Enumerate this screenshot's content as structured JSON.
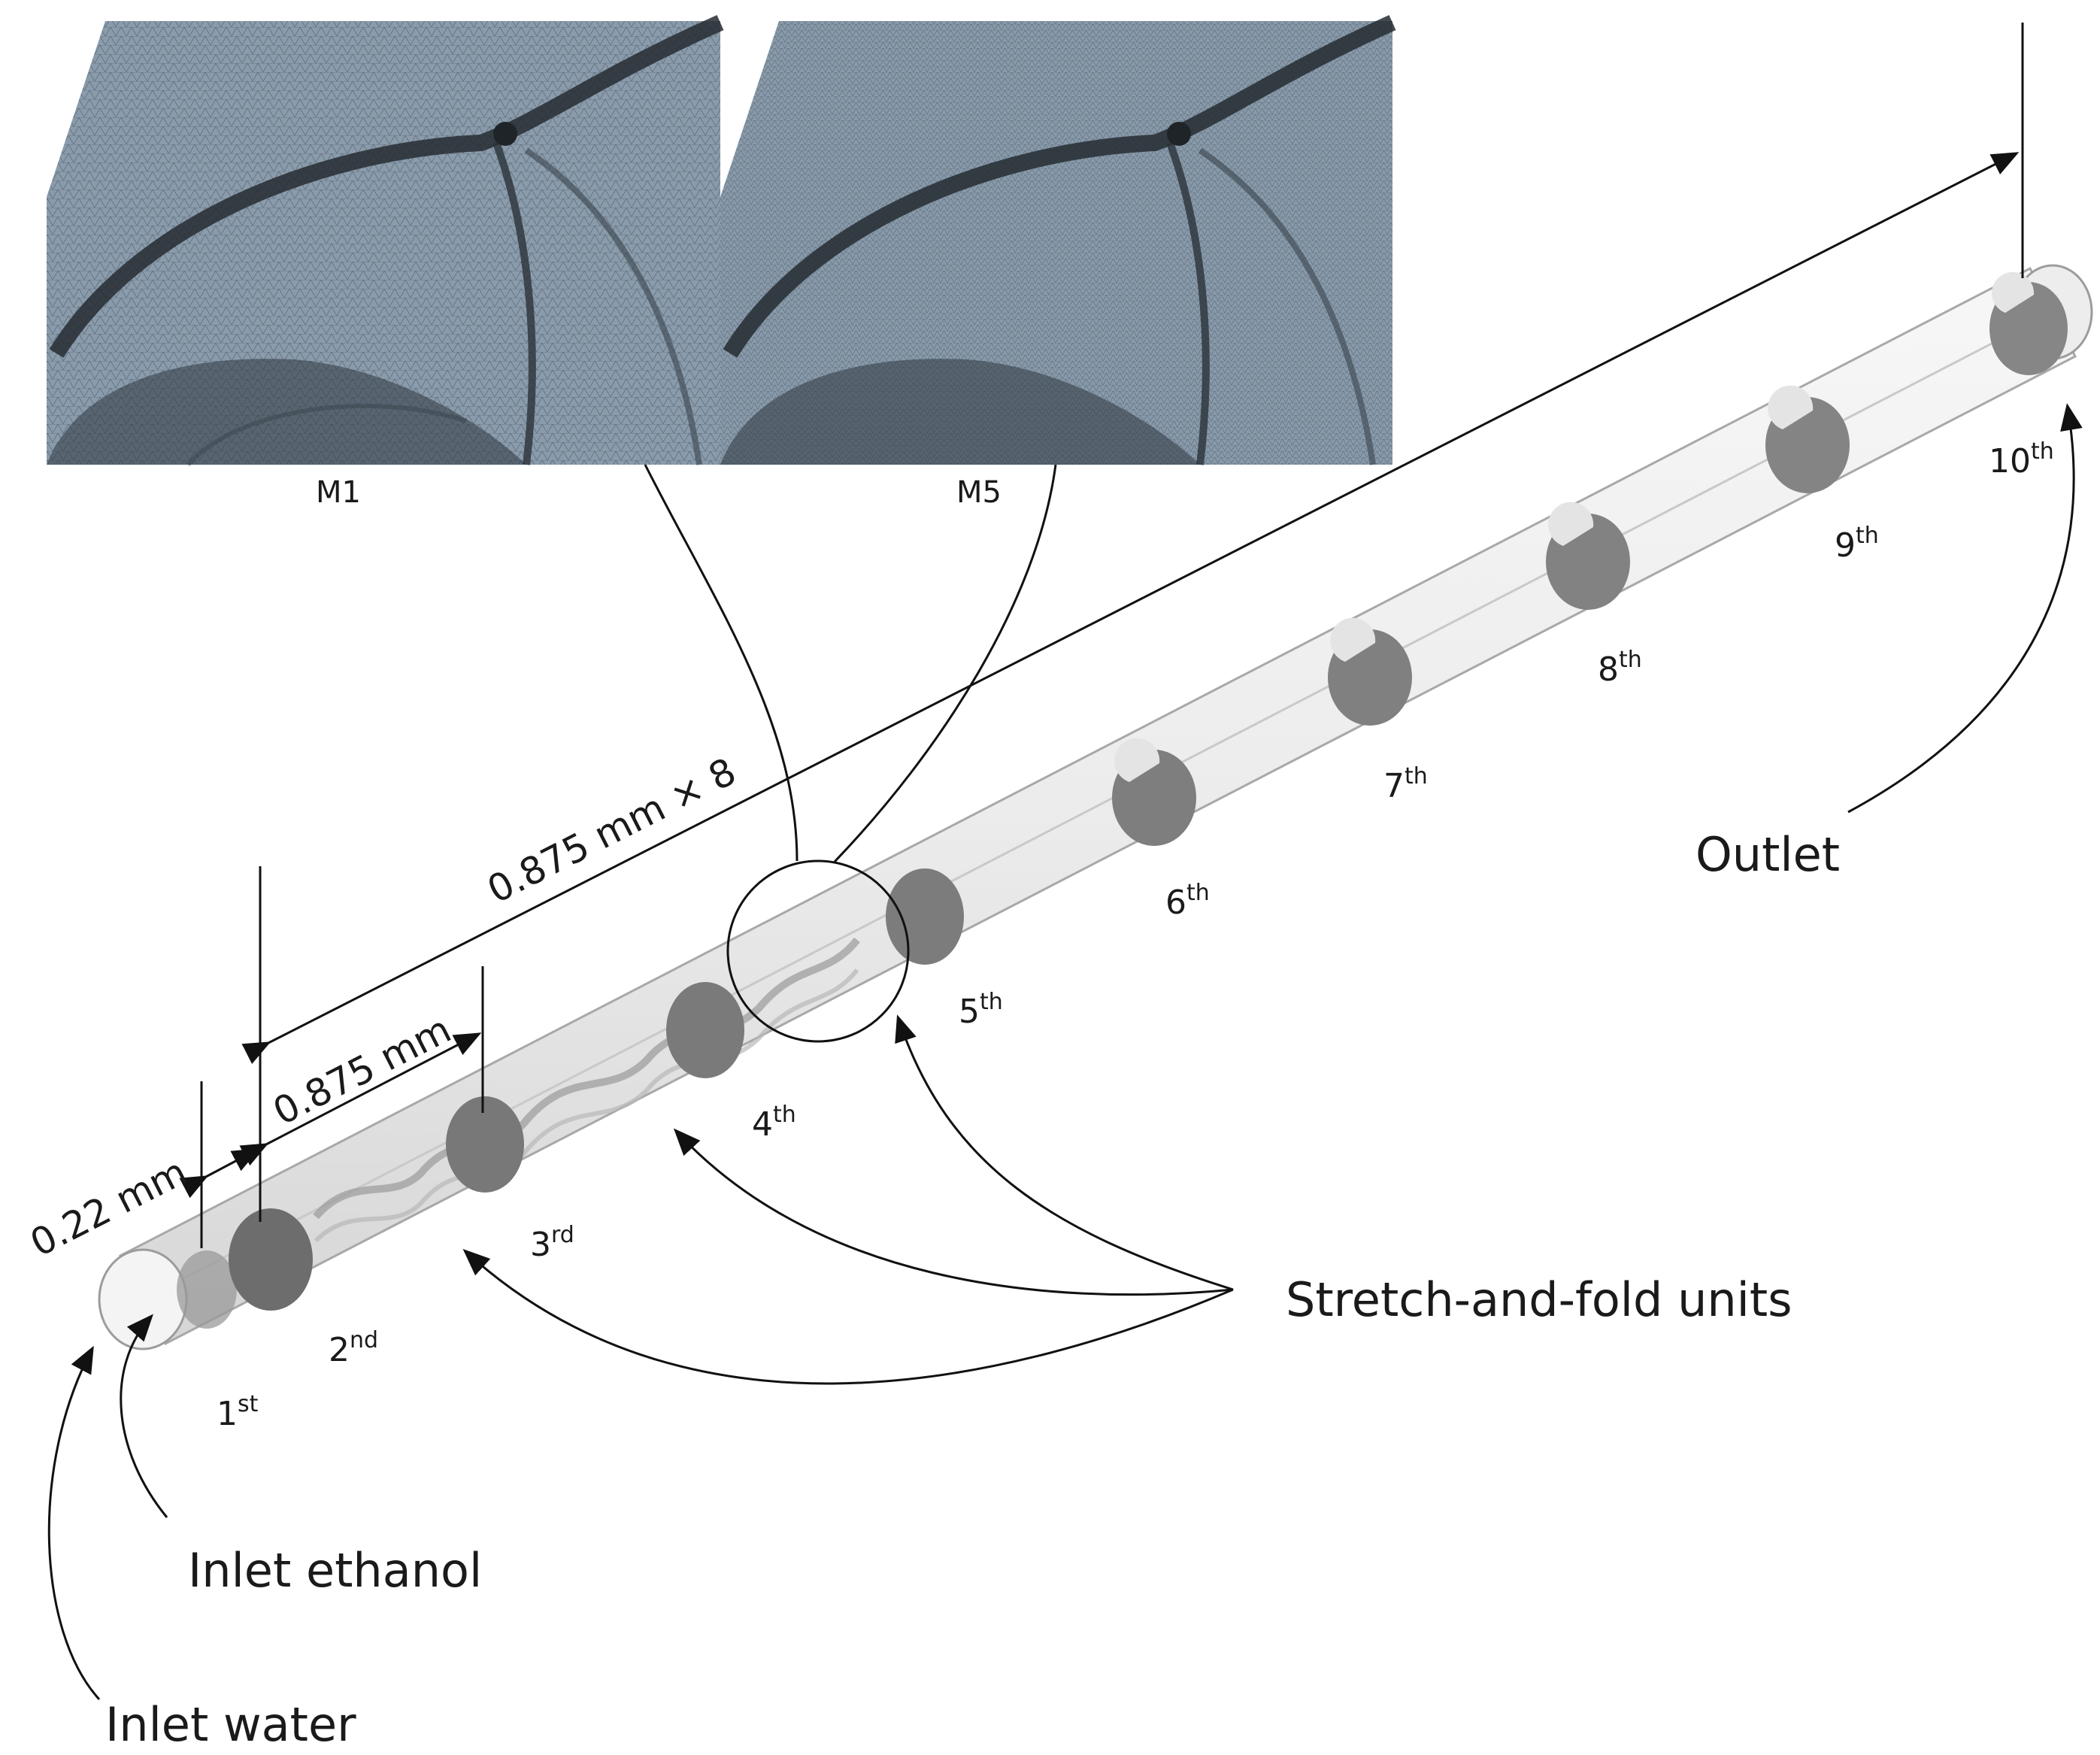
{
  "panels": {
    "m1_label": "M1",
    "m5_label": "M5"
  },
  "dimensions": {
    "gap": "0.22 mm",
    "unit_length": "0.875 mm",
    "total_length": "0.875 mm × 8"
  },
  "units": [
    {
      "num": "1",
      "sup": "st"
    },
    {
      "num": "2",
      "sup": "nd"
    },
    {
      "num": "3",
      "sup": "rd"
    },
    {
      "num": "4",
      "sup": "th"
    },
    {
      "num": "5",
      "sup": "th"
    },
    {
      "num": "6",
      "sup": "th"
    },
    {
      "num": "7",
      "sup": "th"
    },
    {
      "num": "8",
      "sup": "th"
    },
    {
      "num": "9",
      "sup": "th"
    },
    {
      "num": "10",
      "sup": "th"
    }
  ],
  "callouts": {
    "stretch_fold": "Stretch-and-fold units",
    "outlet": "Outlet",
    "inlet_ethanol": "Inlet ethanol",
    "inlet_water": "Inlet water"
  },
  "colors": {
    "mesh": "#8596a6",
    "mesh_dark": "#2b3136",
    "tube": "#e6e6e6",
    "baffle": "#7d7d7d"
  }
}
